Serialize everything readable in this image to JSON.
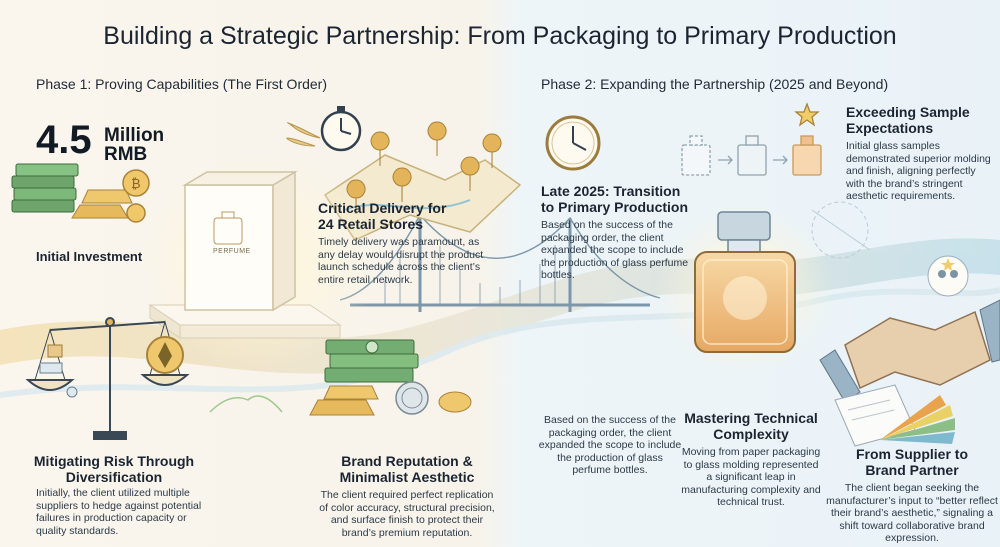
{
  "title": "Building a Strategic Partnership: From Packaging to Primary Production",
  "phase1": {
    "heading": "Phase 1: Proving Capabilities (The First Order)",
    "investment": {
      "value": "4.5",
      "unit_line1": "Million",
      "unit_line2": "RMB",
      "label": "Initial Investment"
    },
    "box_label": "PERFUME",
    "delivery": {
      "title_line1": "Critical Delivery for",
      "title_line2": "24 Retail Stores",
      "body": "Timely delivery was paramount, as any delay would disrupt the product launch schedule across the client’s entire retail network."
    },
    "risk": {
      "title_line1": "Mitigating Risk Through",
      "title_line2": "Diversification",
      "body": "Initially, the client utilized multiple suppliers to hedge against potential failures in production capacity or quality standards."
    },
    "brand": {
      "title_line1": "Brand Reputation &",
      "title_line2": "Minimalist Aesthetic",
      "body": "The client required perfect replication of color accuracy, structural precision, and surface finish to protect their brand’s premium reputation."
    }
  },
  "phase2": {
    "heading": "Phase 2: Expanding the Partnership (2025 and Beyond)",
    "transition": {
      "title_line1": "Late 2025: Transition",
      "title_line2": "to Primary Production",
      "body": "Based on the success of the packaging order, the client expanded the scope to include the production of glass perfume bottles."
    },
    "samples": {
      "title_line1": "Exceeding Sample",
      "title_line2": "Expectations",
      "body": "Initial glass samples demonstrated superior molding and finish, aligning perfectly with the brand’s stringent aesthetic requirements."
    },
    "success_note": "Based on the success of the packaging order, the client expanded the scope to include the production of glass perfume bottles.",
    "technical": {
      "title_line1": "Mastering Technical",
      "title_line2": "Complexity",
      "body": "Moving from paper packaging to glass molding represented a significant leap in manufacturing complexity and technical trust."
    },
    "partner": {
      "title_line1": "From Supplier to",
      "title_line2": "Brand Partner",
      "body": "The client began seeking the manufacturer’s input to “better reflect their brand’s aesthetic,” signaling a shift toward collaborative brand expression."
    }
  },
  "colors": {
    "gold": "#e0b45c",
    "teal": "#7fb9cd",
    "green": "#8cbf86",
    "ink": "#1b2431"
  }
}
